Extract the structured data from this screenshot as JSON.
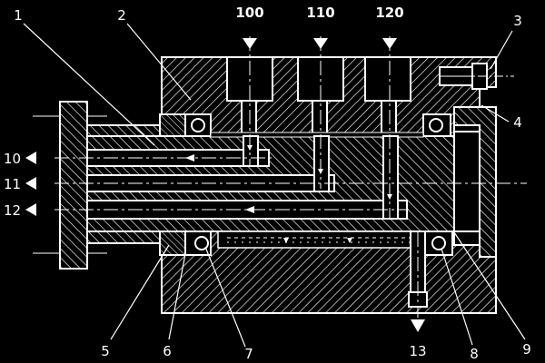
{
  "diagram": {
    "background": "#000000",
    "line_color": "#ffffff",
    "inlet_labels": [
      "100",
      "110",
      "120"
    ],
    "outlet_labels": [
      "10",
      "11",
      "12"
    ],
    "drain_label": "13",
    "part_labels": {
      "p1": "1",
      "p2": "2",
      "p3": "3",
      "p4": "4",
      "p5": "5",
      "p6": "6",
      "p7": "7",
      "p8": "8",
      "p9": "9"
    }
  }
}
